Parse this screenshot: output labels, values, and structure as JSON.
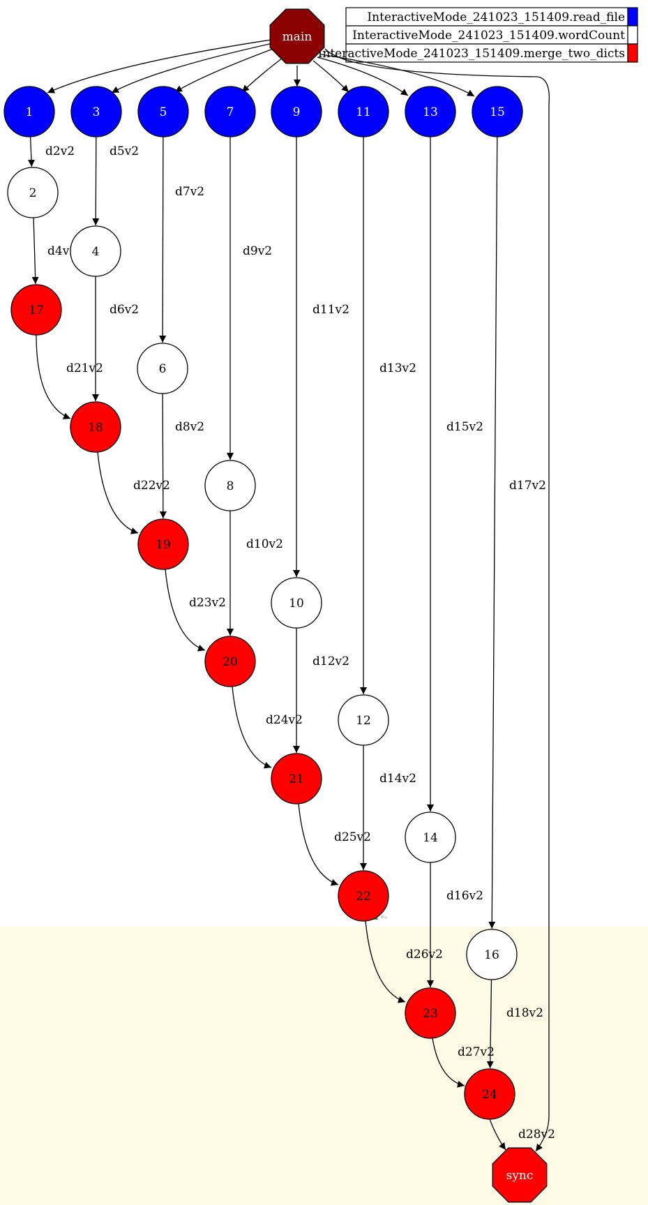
{
  "legend": [
    {
      "label": "InteractiveMode_241023_151409.read_file",
      "color": "#0000ff"
    },
    {
      "label": "InteractiveMode_241023_151409.wordCount",
      "color": "#ffffff"
    },
    {
      "label": "InteractiveMode_241023_151409.merge_two_dicts",
      "color": "#ff0000"
    }
  ],
  "colors": {
    "read_file": "#0000ff",
    "wordCount": "#ffffff",
    "merge_two_dicts": "#ff0000",
    "main": "#8b0000",
    "sync": "#ff0000"
  },
  "nodes": [
    {
      "id": "main",
      "label": "main",
      "shape": "octagon",
      "kind": "main"
    },
    {
      "id": "sync",
      "label": "sync",
      "shape": "octagon",
      "kind": "sync"
    },
    {
      "id": "1",
      "label": "1",
      "kind": "read_file"
    },
    {
      "id": "3",
      "label": "3",
      "kind": "read_file"
    },
    {
      "id": "5",
      "label": "5",
      "kind": "read_file"
    },
    {
      "id": "7",
      "label": "7",
      "kind": "read_file"
    },
    {
      "id": "9",
      "label": "9",
      "kind": "read_file"
    },
    {
      "id": "11",
      "label": "11",
      "kind": "read_file"
    },
    {
      "id": "13",
      "label": "13",
      "kind": "read_file"
    },
    {
      "id": "15",
      "label": "15",
      "kind": "read_file"
    },
    {
      "id": "2",
      "label": "2",
      "kind": "wordCount"
    },
    {
      "id": "4",
      "label": "4",
      "kind": "wordCount"
    },
    {
      "id": "6",
      "label": "6",
      "kind": "wordCount"
    },
    {
      "id": "8",
      "label": "8",
      "kind": "wordCount"
    },
    {
      "id": "10",
      "label": "10",
      "kind": "wordCount"
    },
    {
      "id": "12",
      "label": "12",
      "kind": "wordCount"
    },
    {
      "id": "14",
      "label": "14",
      "kind": "wordCount"
    },
    {
      "id": "16",
      "label": "16",
      "kind": "wordCount"
    },
    {
      "id": "17",
      "label": "17",
      "kind": "merge_two_dicts"
    },
    {
      "id": "18",
      "label": "18",
      "kind": "merge_two_dicts"
    },
    {
      "id": "19",
      "label": "19",
      "kind": "merge_two_dicts"
    },
    {
      "id": "20",
      "label": "20",
      "kind": "merge_two_dicts"
    },
    {
      "id": "21",
      "label": "21",
      "kind": "merge_two_dicts"
    },
    {
      "id": "22",
      "label": "22",
      "kind": "merge_two_dicts"
    },
    {
      "id": "23",
      "label": "23",
      "kind": "merge_two_dicts"
    },
    {
      "id": "24",
      "label": "24",
      "kind": "merge_two_dicts"
    }
  ],
  "edges": [
    {
      "from": "main",
      "to": "1",
      "label": ""
    },
    {
      "from": "main",
      "to": "3",
      "label": ""
    },
    {
      "from": "main",
      "to": "5",
      "label": ""
    },
    {
      "from": "main",
      "to": "7",
      "label": ""
    },
    {
      "from": "main",
      "to": "9",
      "label": ""
    },
    {
      "from": "main",
      "to": "11",
      "label": ""
    },
    {
      "from": "main",
      "to": "13",
      "label": ""
    },
    {
      "from": "main",
      "to": "15",
      "label": ""
    },
    {
      "from": "main",
      "to": "sync",
      "label": ""
    },
    {
      "from": "1",
      "to": "2",
      "label": "d2v2"
    },
    {
      "from": "2",
      "to": "17",
      "label": "d4v2"
    },
    {
      "from": "3",
      "to": "4",
      "label": "d5v2"
    },
    {
      "from": "4",
      "to": "18",
      "label": "d6v2"
    },
    {
      "from": "17",
      "to": "18",
      "label": "d21v2"
    },
    {
      "from": "5",
      "to": "6",
      "label": "d7v2"
    },
    {
      "from": "6",
      "to": "19",
      "label": "d8v2"
    },
    {
      "from": "18",
      "to": "19",
      "label": "d22v2"
    },
    {
      "from": "7",
      "to": "8",
      "label": "d9v2"
    },
    {
      "from": "8",
      "to": "20",
      "label": "d10v2"
    },
    {
      "from": "19",
      "to": "20",
      "label": "d23v2"
    },
    {
      "from": "9",
      "to": "10",
      "label": "d11v2"
    },
    {
      "from": "10",
      "to": "21",
      "label": "d12v2"
    },
    {
      "from": "20",
      "to": "21",
      "label": "d24v2"
    },
    {
      "from": "11",
      "to": "12",
      "label": "d13v2"
    },
    {
      "from": "12",
      "to": "22",
      "label": "d14v2"
    },
    {
      "from": "21",
      "to": "22",
      "label": "d25v2"
    },
    {
      "from": "13",
      "to": "14",
      "label": "d15v2"
    },
    {
      "from": "14",
      "to": "23",
      "label": "d16v2"
    },
    {
      "from": "22",
      "to": "23",
      "label": "d26v2"
    },
    {
      "from": "15",
      "to": "16",
      "label": "d17v2"
    },
    {
      "from": "16",
      "to": "24",
      "label": "d18v2"
    },
    {
      "from": "23",
      "to": "24",
      "label": "d27v2"
    },
    {
      "from": "24",
      "to": "sync",
      "label": "d28v2"
    }
  ]
}
